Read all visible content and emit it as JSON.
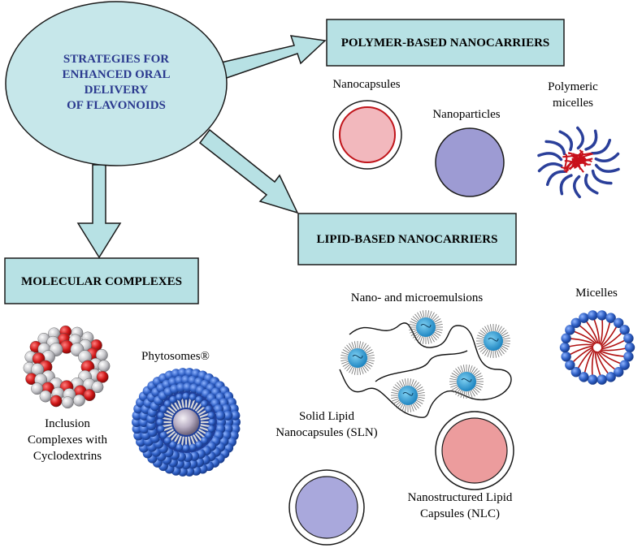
{
  "title_lines": [
    "STRATEGIES FOR",
    "ENHANCED ORAL",
    "DELIVERY",
    "OF FLAVONOIDS"
  ],
  "boxes": {
    "polymer": "POLYMER-BASED NANOCARRIERS",
    "lipid": "LIPID-BASED NANOCARRIERS",
    "molecular": "MOLECULAR COMPLEXES"
  },
  "labels": {
    "nanocapsules": "Nanocapsules",
    "nanoparticles": "Nanoparticles",
    "polymeric_micelles": [
      "Polymeric",
      "micelles"
    ],
    "nano_emulsions": "Nano- and microemulsions",
    "micelles": "Micelles",
    "sln": [
      "Solid Lipid",
      "Nanocapsules (SLN)"
    ],
    "nlc": [
      "Nanostructured Lipid",
      "Capsules (NLC)"
    ],
    "phytosomes": "Phytosomes®",
    "inclusion": [
      "Inclusion",
      "Complexes with",
      "Cyclodextrins"
    ]
  },
  "colors": {
    "ellipse_fill": "#c6e7ea",
    "box_fill": "#b7e1e4",
    "arrow_fill": "#b7e1e4",
    "title_text": "#2b3a8f",
    "nanocapsule_core": "#f2b8bd",
    "nanocapsule_ring": "#c0141a",
    "nanoparticle": "#9d9bd3",
    "nlc_core": "#ec9c9d",
    "sln_core": "#a9a8dc",
    "micelle_head": "#2f5fc4",
    "micelle_tail": "#b01010",
    "emulsion_droplet": "#2ea0d8"
  }
}
